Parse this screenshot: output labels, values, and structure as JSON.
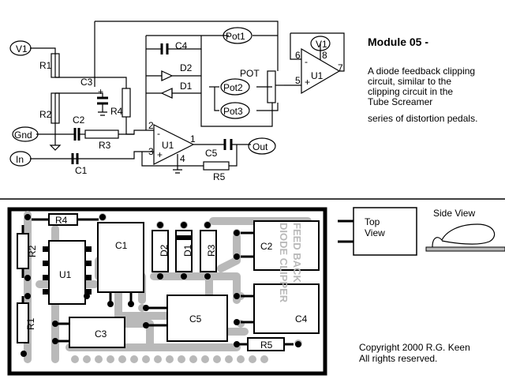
{
  "title": "Module 05 -",
  "description": [
    "A diode feedback clipping",
    "circuit, similar to the",
    "clipping circuit in the",
    "Tube Screamer",
    "series of distortion pedals."
  ],
  "schematic": {
    "terminals": {
      "v1": "V1",
      "gnd": "Gnd",
      "in": "In",
      "out": "Out",
      "pot1": "Pot1",
      "pot2": "Pot2",
      "pot3": "Pot3",
      "v1_ic": "V1"
    },
    "labels": {
      "r1": "R1",
      "r2": "R2",
      "r3": "R3",
      "r4": "R4",
      "r5": "R5",
      "c1": "C1",
      "c2": "C2",
      "c3": "C3",
      "c4": "C4",
      "c5": "C5",
      "d1": "D1",
      "d2": "D2",
      "pot": "POT",
      "u1": "U1",
      "u1_b": "U1"
    },
    "pins": {
      "p1": "1",
      "p2": "2",
      "p3": "3",
      "p4": "4",
      "p5": "5",
      "p6": "6",
      "p7": "7",
      "p8": "8"
    },
    "signs": {
      "minus": "-",
      "plus": "+",
      "minus_b": "-",
      "plus_b": "+",
      "c3_plus": "+"
    }
  },
  "pcb": {
    "labels": {
      "r1": "R1",
      "r2": "R2",
      "r3": "R3",
      "r4": "R4",
      "r5": "R5",
      "c1": "C1",
      "c2": "C2",
      "c3": "C3",
      "c4": "C4",
      "c5": "C5",
      "d1": "D1",
      "d2": "D2",
      "u1": "U1"
    },
    "board_text_line1": "FEED BACK",
    "board_text_line2": "DIODE CLIPPER"
  },
  "legend": {
    "top_view": [
      "Top",
      "View"
    ],
    "side_view": "Side View"
  },
  "copyright": [
    "Copyright 2000 R.G. Keen",
    "All rights reserved."
  ]
}
